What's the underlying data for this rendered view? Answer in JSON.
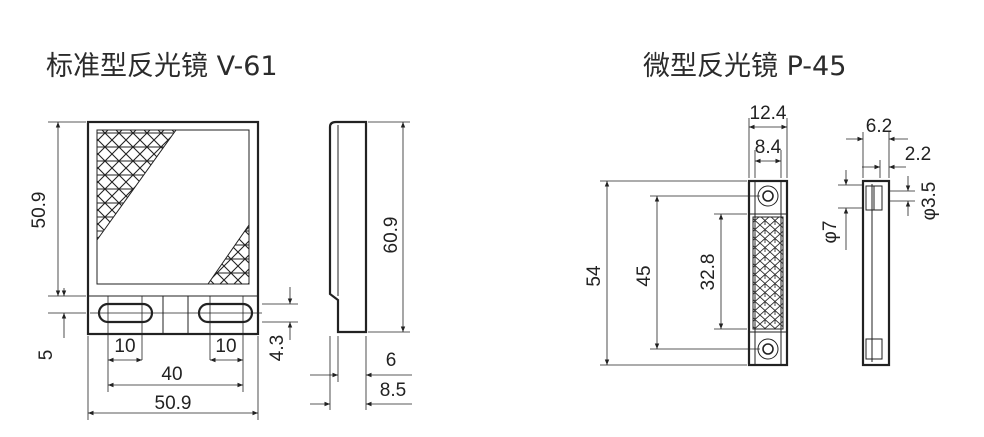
{
  "titles": {
    "standard": "标准型反光镜 V-61",
    "micro": "微型反光镜 P-45"
  },
  "dims": {
    "v61_front_height": "50.9",
    "v61_front_width": "50.9",
    "v61_slot_pitch": "40",
    "v61_slot_left": "10",
    "v61_slot_right": "10",
    "v61_slot_offset": "5",
    "v61_slot_height": "4.3",
    "v61_side_height": "60.9",
    "v61_side_depth": "6",
    "v61_side_total": "8.5",
    "p45_width": "12.4",
    "p45_inner_width": "8.4",
    "p45_height": "54",
    "p45_hole_pitch": "45",
    "p45_reflector": "32.8",
    "p45_side_depth": "6.2",
    "p45_side_step": "2.2",
    "p45_hole_small": "φ3.5",
    "p45_hole_large": "φ7"
  }
}
